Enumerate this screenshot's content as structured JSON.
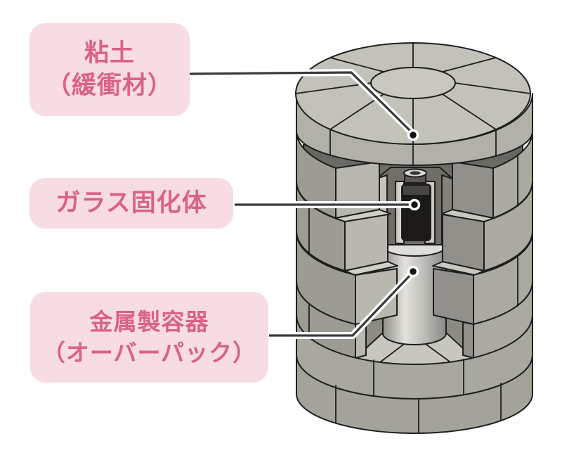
{
  "diagram": {
    "description": "Cutaway 3D diagram of geological disposal package: clay buffer blocks surrounding a metal overpack holding vitrified glass waste",
    "labels": [
      {
        "id": "clay",
        "line1": "粘土",
        "line2": "（緩衝材）",
        "points_to": "clay-buffer-lid"
      },
      {
        "id": "glass",
        "line1": "ガラス固化体",
        "line2": "",
        "points_to": "glass-canister"
      },
      {
        "id": "overpack",
        "line1": "金属製容器",
        "line2": "（オーバーパック）",
        "points_to": "overpack-cylinder"
      }
    ],
    "colors": {
      "background": "#ffffff",
      "label_bg": "#f7dce3",
      "label_text": "#d96287",
      "outline": "#1f1e1c",
      "clay_top": "#c3c2ba",
      "clay_side": "#a5a49d",
      "clay_shadow": "#6e6d66",
      "metal_light": "#e6e5e0",
      "metal_mid": "#b5b4ae",
      "glass_black": "#1b1a18",
      "leader_line": "#3a3a3a"
    }
  }
}
